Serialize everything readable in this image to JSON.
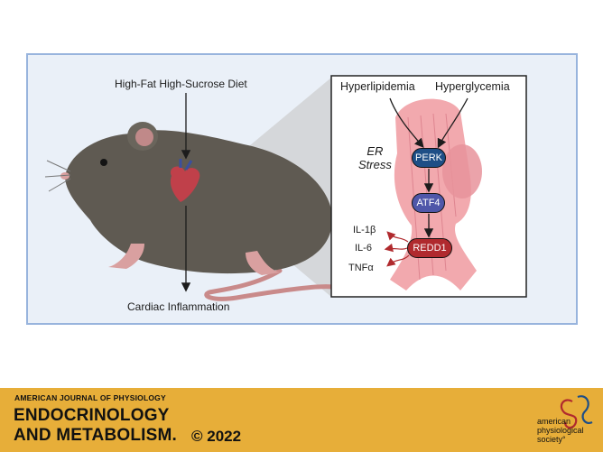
{
  "diagram": {
    "diet_label": "High-Fat High-Sucrose Diet",
    "outcome_label": "Cardiac Inflammation",
    "hyperlipidemia": "Hyperlipidemia",
    "hyperglycemia": "Hyperglycemia",
    "er_stress_line1": "ER",
    "er_stress_line2": "Stress",
    "perk": "PERK",
    "atf4": "ATF4",
    "redd1": "REDD1",
    "cytokines": [
      "IL-1β",
      "IL-6",
      "TNFα"
    ],
    "colors": {
      "panel_bg": "#eaf0f8",
      "panel_border": "#98b4dd",
      "perk": "#1e4e86",
      "atf4": "#4f57a9",
      "redd1": "#b02a2e",
      "muscle": "#f2a9ae",
      "mouse": "#5f5a52",
      "tail": "#c98a8a"
    }
  },
  "footer": {
    "journal_small": "AMERICAN JOURNAL OF PHYSIOLOGY",
    "journal_line1": "ENDOCRINOLOGY",
    "journal_line2": "AND METABOLISM.",
    "year": "© 2022",
    "society_line1": "american",
    "society_line2": "physiological",
    "society_line3": "society°",
    "background": "#e7ae39"
  }
}
